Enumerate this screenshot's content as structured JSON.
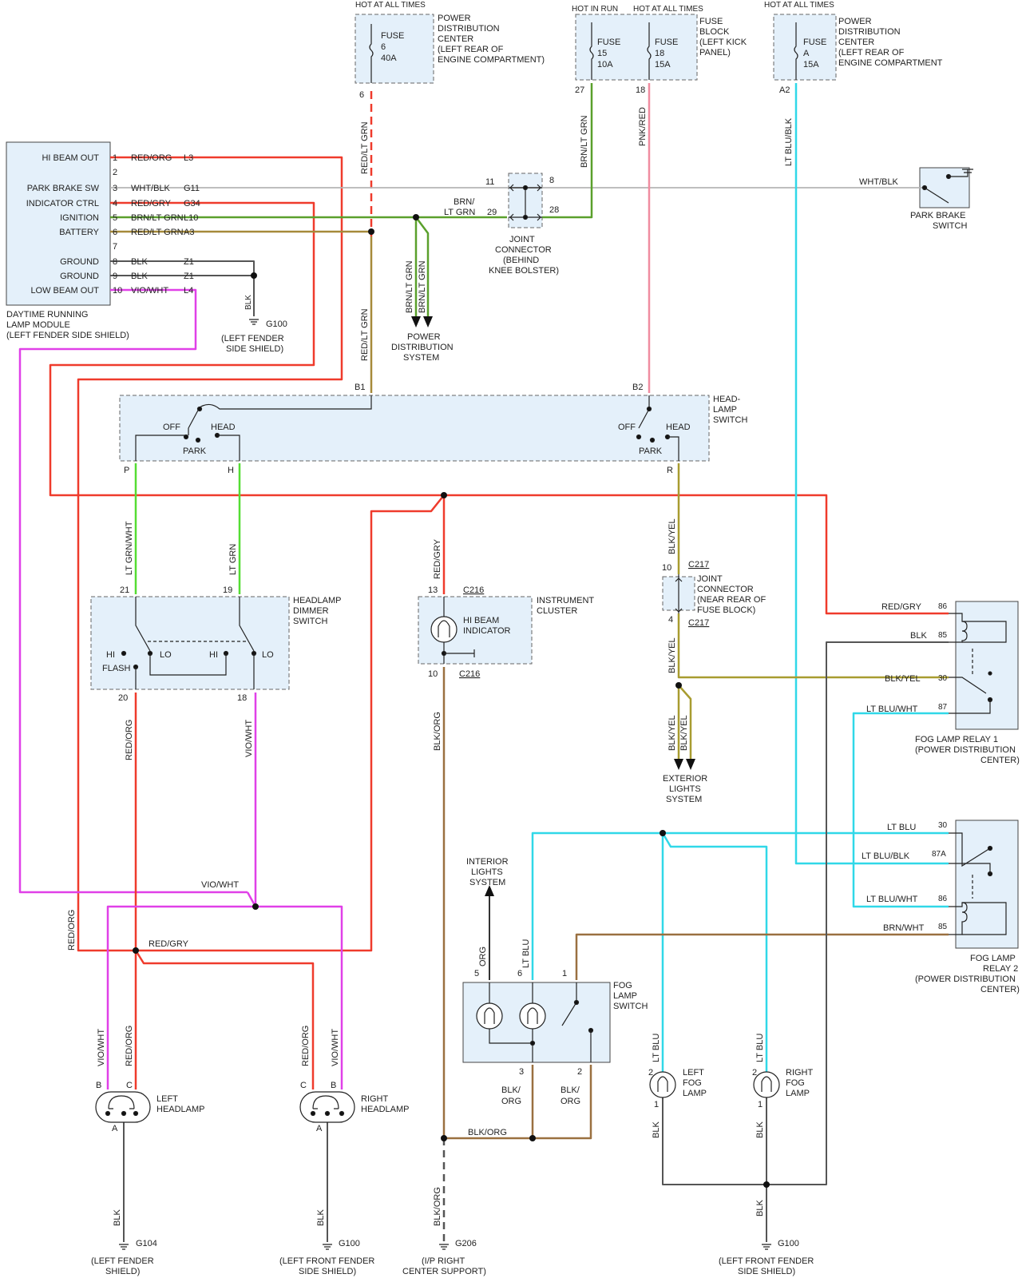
{
  "colors": {
    "red": "#ef3b2c",
    "green": "#5aa02c",
    "ltgreen": "#55dd33",
    "pink": "#f08ca0",
    "cyan": "#30d8e8",
    "gray": "#aaaaaa",
    "dark": "#444444",
    "magenta": "#e040e8",
    "olive": "#a89c30",
    "brown": "#9a7040",
    "box": "#e4f0fa"
  },
  "top": {
    "pdc6": {
      "hot": "HOT AT ALL TIMES",
      "fuse": [
        "FUSE",
        "6",
        "40A"
      ],
      "desc": [
        "POWER",
        "DISTRIBUTION",
        "CENTER",
        "(LEFT REAR OF",
        "ENGINE COMPARTMENT)"
      ],
      "pin": "6"
    },
    "fuseblock": {
      "hot_run": "HOT IN RUN",
      "hot_all": "HOT AT ALL TIMES",
      "fuse15": [
        "FUSE",
        "15",
        "10A"
      ],
      "fuse18": [
        "FUSE",
        "18",
        "15A"
      ],
      "desc": [
        "FUSE",
        "BLOCK",
        "(LEFT KICK",
        "PANEL)"
      ],
      "pin27": "27",
      "pin18": "18"
    },
    "pdcA": {
      "hot": "HOT AT ALL TIMES",
      "fuse": [
        "FUSE",
        "A",
        "15A"
      ],
      "desc": [
        "POWER",
        "DISTRIBUTION",
        "CENTER",
        "(LEFT REAR OF",
        "ENGINE COMPARTMENT"
      ],
      "pin": "A2"
    }
  },
  "drl": {
    "pins": [
      {
        "label": "HI BEAM OUT",
        "num": "1",
        "wire": "RED/ORG",
        "code": "L3"
      },
      {
        "label": "",
        "num": "2",
        "wire": "",
        "code": ""
      },
      {
        "label": "PARK BRAKE SW",
        "num": "3",
        "wire": "WHT/BLK",
        "code": "G11"
      },
      {
        "label": "INDICATOR CTRL",
        "num": "4",
        "wire": "RED/GRY",
        "code": "G34"
      },
      {
        "label": "IGNITION",
        "num": "5",
        "wire": "BRN/LT GRN",
        "code": "L10"
      },
      {
        "label": "BATTERY",
        "num": "6",
        "wire": "RED/LT GRN",
        "code": "A3"
      },
      {
        "label": "",
        "num": "7",
        "wire": "",
        "code": ""
      },
      {
        "label": "GROUND",
        "num": "8",
        "wire": "BLK",
        "code": "Z1"
      },
      {
        "label": "GROUND",
        "num": "9",
        "wire": "BLK",
        "code": "Z1"
      },
      {
        "label": "LOW BEAM OUT",
        "num": "10",
        "wire": "VIO/WHT",
        "code": "L4"
      }
    ],
    "desc": [
      "DAYTIME RUNNING",
      "LAMP MODULE",
      "(LEFT FENDER SIDE SHIELD)"
    ],
    "gnd_wire": "BLK",
    "gnd": "G100",
    "gnd_desc": [
      "(LEFT FENDER",
      "SIDE SHIELD)"
    ]
  },
  "wires": {
    "red_lt_grn": "RED/LT GRN",
    "brn_lt_grn": "BRN/LT GRN",
    "pnk_red": "PNK/RED",
    "lt_blu_blk": "LT BLU/BLK",
    "wht_blk": "WHT/BLK",
    "brn_lt": [
      "BRN/",
      "LT GRN"
    ],
    "lt_grn_wht": "LT GRN/WHT",
    "lt_grn": "LT GRN",
    "red_gry": "RED/GRY",
    "blk_yel": "BLK/YEL",
    "red_org": "RED/ORG",
    "vio_wht": "VIO/WHT",
    "blk_org": "BLK/ORG",
    "org": "ORG",
    "lt_blu": "LT BLU",
    "blk": "BLK",
    "blk_org_split": [
      "BLK/",
      "ORG"
    ],
    "lt_blu_wht": "LT BLU/WHT",
    "brn_wht": "BRN/WHT"
  },
  "joint": {
    "pins": [
      "11",
      "8",
      "29",
      "28"
    ],
    "desc": [
      "JOINT",
      "CONNECTOR",
      "(BEHIND",
      "KNEE BOLSTER)"
    ]
  },
  "park_brake": [
    "PARK BRAKE",
    "SWITCH"
  ],
  "pds": [
    "POWER",
    "DISTRIBUTION",
    "SYSTEM"
  ],
  "headlamp_switch": {
    "desc": [
      "HEAD-",
      "LAMP",
      "SWITCH"
    ],
    "b1": "B1",
    "b2": "B2",
    "p": "P",
    "h": "H",
    "r": "R",
    "off": "OFF",
    "head": "HEAD",
    "park": "PARK"
  },
  "dimmer": {
    "desc": [
      "HEADLAMP",
      "DIMMER",
      "SWITCH"
    ],
    "pins": [
      "21",
      "19",
      "20",
      "18"
    ],
    "hi": "HI",
    "lo": "LO",
    "flash": "FLASH"
  },
  "cluster": {
    "desc": [
      "INSTRUMENT",
      "CLUSTER"
    ],
    "ind": [
      "HI BEAM",
      "INDICATOR"
    ],
    "pin13": "13",
    "pin10": "10",
    "conn": "C216"
  },
  "c217": {
    "conn": "C217",
    "pin10": "10",
    "pin4": "4",
    "desc": [
      "JOINT",
      "CONNECTOR",
      "(NEAR REAR OF",
      "FUSE BLOCK)"
    ]
  },
  "ext": [
    "EXTERIOR",
    "LIGHTS",
    "SYSTEM"
  ],
  "relay1": {
    "pins": [
      "86",
      "85",
      "30",
      "87"
    ],
    "desc": [
      "FOG LAMP RELAY 1",
      "(POWER DISTRIBUTION",
      "CENTER)"
    ]
  },
  "relay2": {
    "pins": [
      "30",
      "87A",
      "86",
      "85"
    ],
    "desc": [
      "FOG LAMP",
      "RELAY 2",
      "(POWER DISTRIBUTION",
      "CENTER)"
    ]
  },
  "interior": [
    "INTERIOR",
    "LIGHTS",
    "SYSTEM"
  ],
  "fogswitch": {
    "desc": [
      "FOG",
      "LAMP",
      "SWITCH"
    ],
    "pins": [
      "5",
      "6",
      "1",
      "3",
      "2"
    ]
  },
  "lamps": {
    "lh": {
      "desc": [
        "LEFT",
        "HEADLAMP"
      ],
      "pins": [
        "B",
        "C",
        "A"
      ]
    },
    "rh": {
      "desc": [
        "RIGHT",
        "HEADLAMP"
      ],
      "pins": [
        "C",
        "B",
        "A"
      ]
    },
    "lf": {
      "desc": [
        "LEFT",
        "FOG",
        "LAMP"
      ],
      "pins": [
        "2",
        "1"
      ]
    },
    "rf": {
      "desc": [
        "RIGHT",
        "FOG",
        "LAMP"
      ],
      "pins": [
        "2",
        "1"
      ]
    }
  },
  "grounds": [
    {
      "id": "G104",
      "desc": [
        "(LEFT FENDER",
        "SHIELD)"
      ]
    },
    {
      "id": "G100",
      "desc": [
        "(LEFT FRONT FENDER",
        "SIDE SHIELD)"
      ]
    },
    {
      "id": "G206",
      "desc": [
        "(I/P RIGHT",
        "CENTER SUPPORT)"
      ]
    },
    {
      "id": "G100",
      "desc": [
        "(LEFT FRONT FENDER",
        "SIDE SHIELD)"
      ]
    }
  ]
}
